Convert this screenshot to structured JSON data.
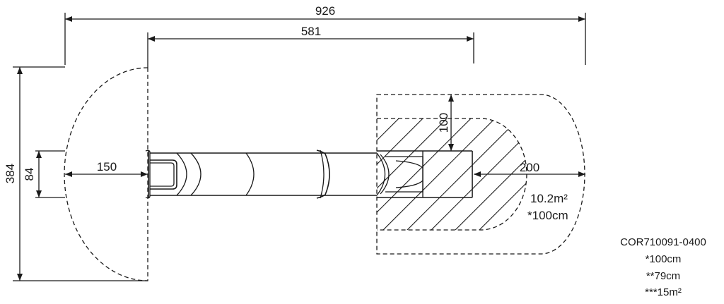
{
  "dimensions": {
    "overall_width": "926",
    "inner_width": "581",
    "overall_height": "384",
    "tube_height": "84",
    "left_clearance": "150",
    "right_clearance": "200",
    "top_clearance": "100"
  },
  "zone_label": {
    "area": "10.2m²",
    "height": "*100cm"
  },
  "product": {
    "code": "COR710091-0400",
    "fall_height": "*100cm",
    "platform_height": "**79cm",
    "total_area": "***15m²"
  },
  "colors": {
    "line": "#1a1a1a",
    "background": "#ffffff"
  }
}
